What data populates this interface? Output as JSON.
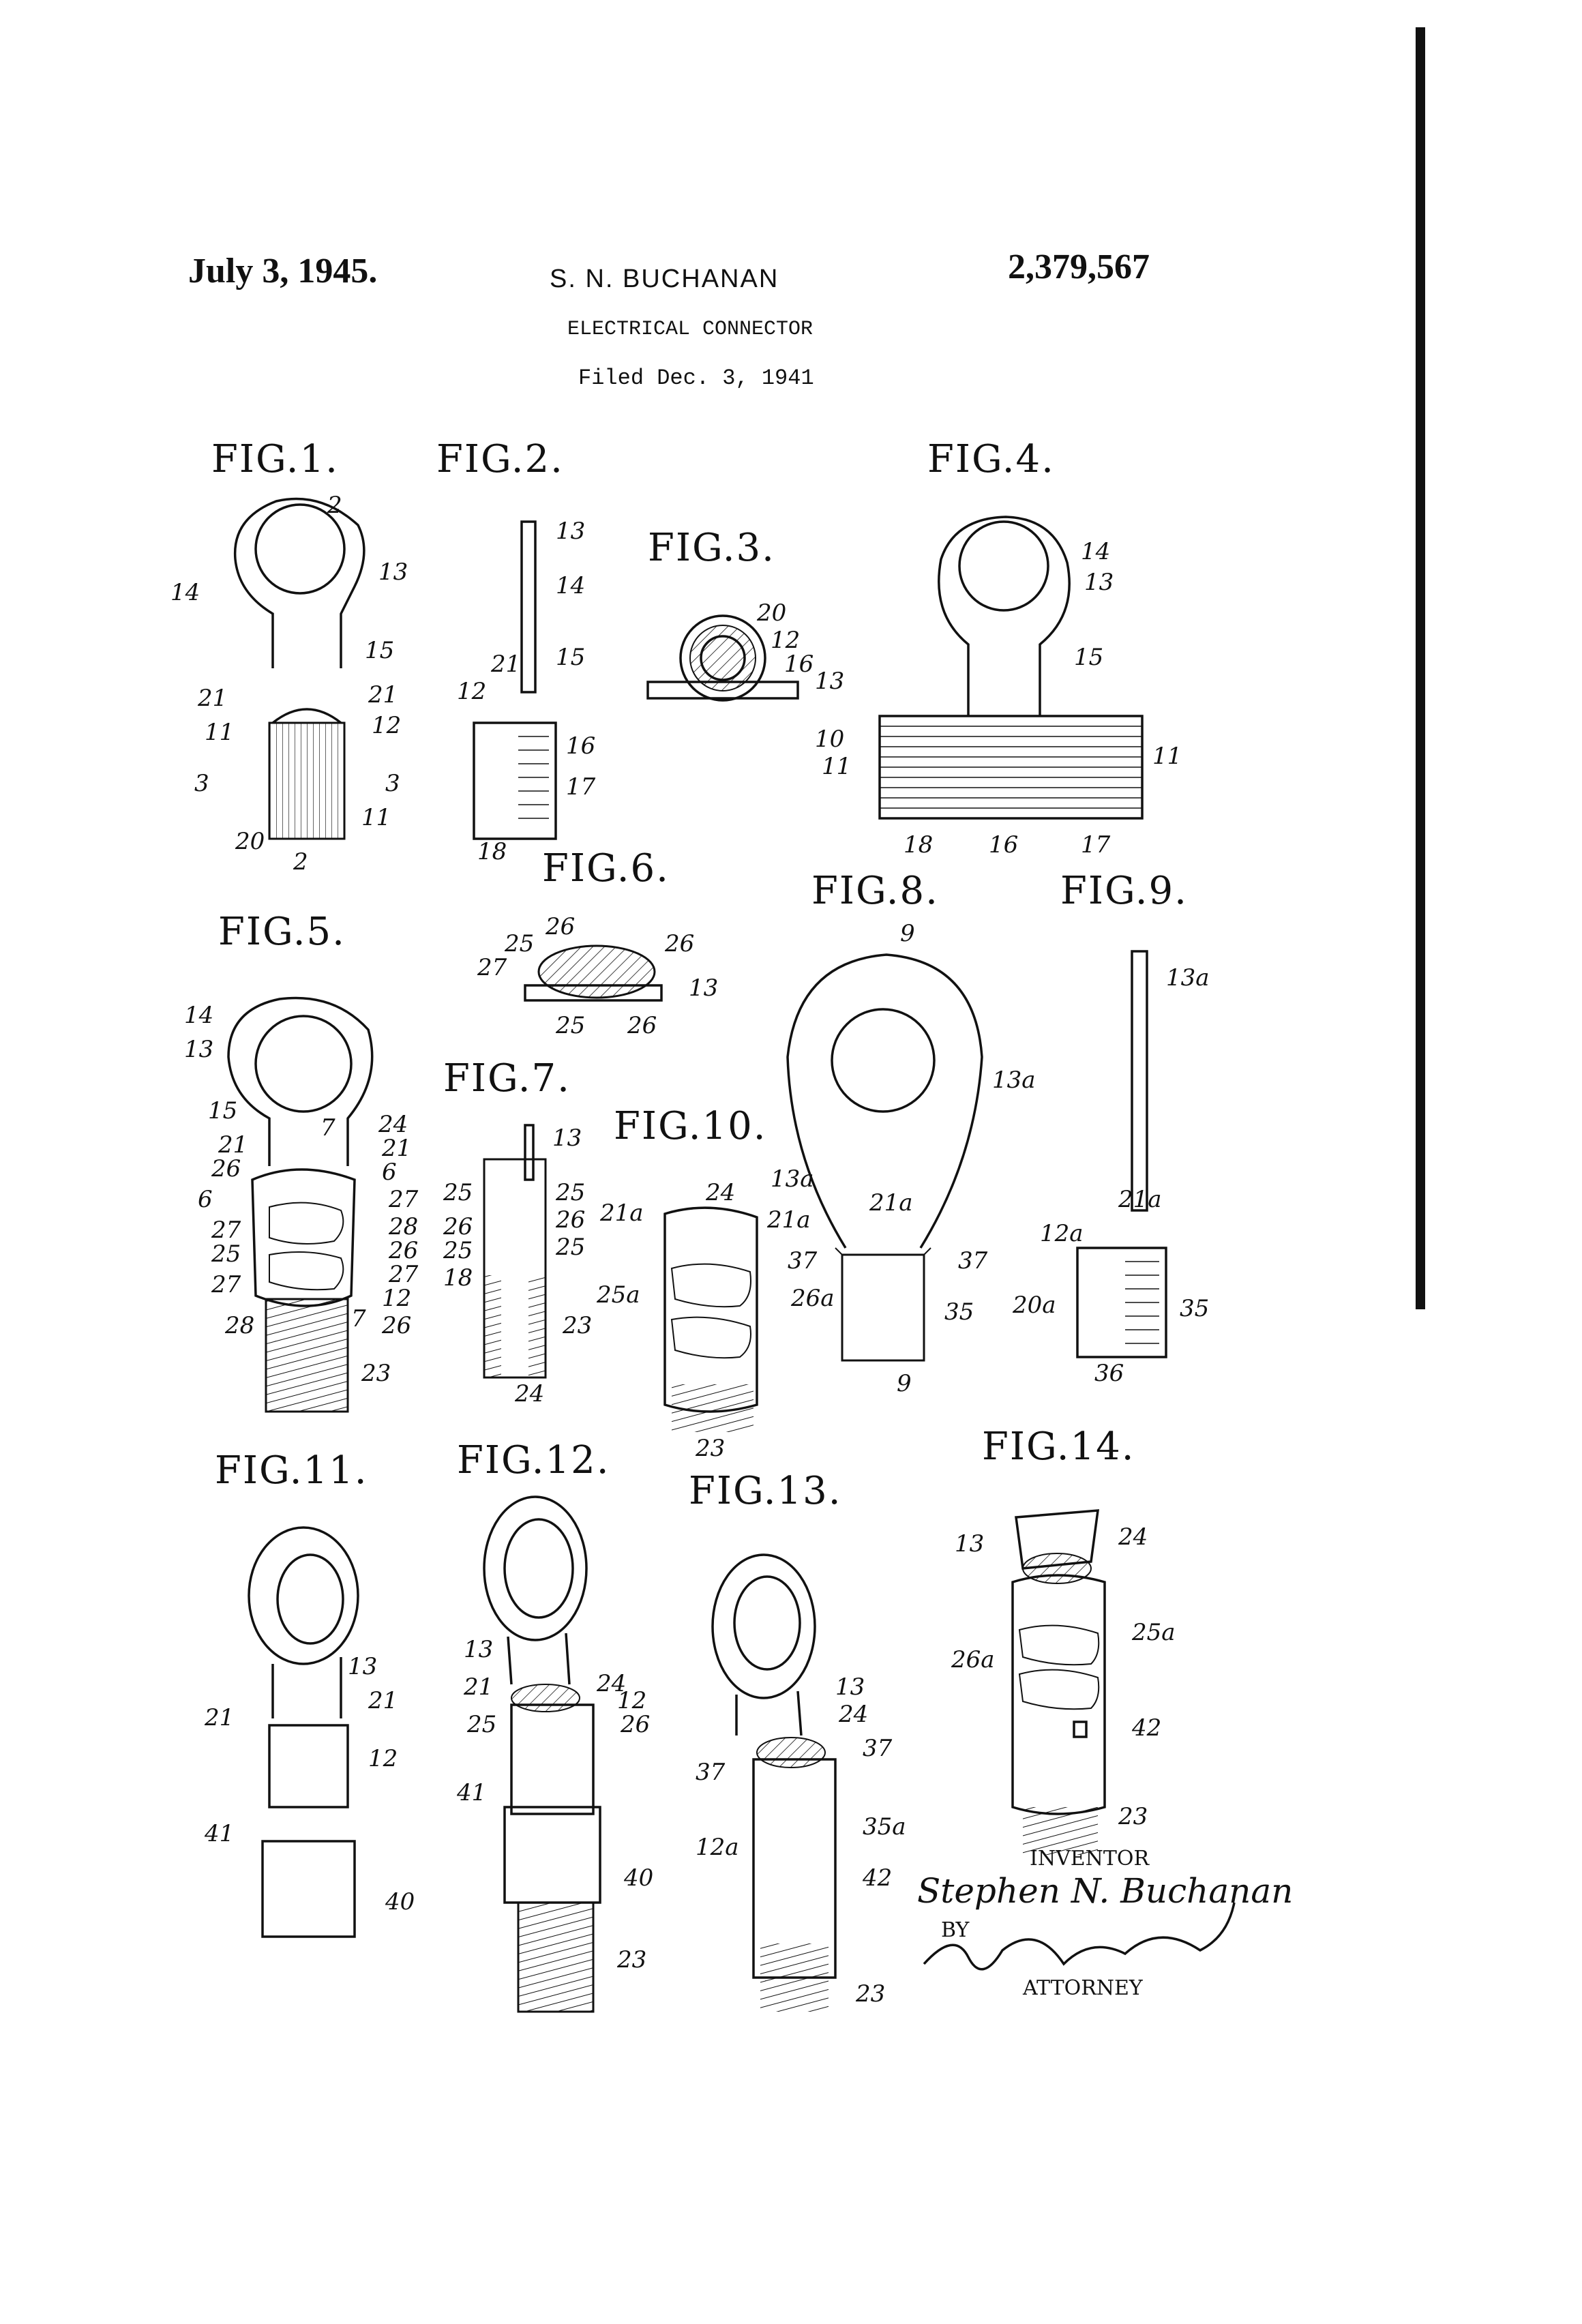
{
  "header": {
    "date": "July 3, 1945.",
    "inventor_name": "S. N. BUCHANAN",
    "patent_number": "2,379,567",
    "title": "ELECTRICAL CONNECTOR",
    "filed": "Filed Dec. 3, 1941"
  },
  "figures": [
    {
      "id": "fig1",
      "title": "FIG.1.",
      "labels": [
        "2",
        "14",
        "13",
        "15",
        "21",
        "21",
        "11",
        "12",
        "3",
        "3",
        "11",
        "20",
        "2"
      ]
    },
    {
      "id": "fig2",
      "title": "FIG.2.",
      "labels": [
        "13",
        "14",
        "15",
        "21",
        "12",
        "16",
        "17",
        "18"
      ]
    },
    {
      "id": "fig3",
      "title": "FIG.3.",
      "labels": [
        "20",
        "12",
        "16",
        "13"
      ]
    },
    {
      "id": "fig4",
      "title": "FIG.4.",
      "labels": [
        "14",
        "13",
        "15",
        "10",
        "11",
        "11",
        "18",
        "16",
        "17"
      ]
    },
    {
      "id": "fig5",
      "title": "FIG.5.",
      "labels": [
        "14",
        "13",
        "15",
        "7",
        "24",
        "21",
        "21",
        "26",
        "6",
        "6",
        "27",
        "28",
        "27",
        "26",
        "25",
        "27",
        "27",
        "12",
        "28",
        "7",
        "26",
        "23"
      ]
    },
    {
      "id": "fig6",
      "title": "FIG.6.",
      "labels": [
        "26",
        "25",
        "26",
        "27",
        "13",
        "25",
        "26"
      ]
    },
    {
      "id": "fig7",
      "title": "FIG.7.",
      "labels": [
        "13",
        "25",
        "25",
        "26",
        "26",
        "25",
        "25",
        "18",
        "23",
        "24"
      ]
    },
    {
      "id": "fig8",
      "title": "FIG.8.",
      "labels": [
        "9",
        "13a",
        "21a",
        "37",
        "37",
        "35",
        "9"
      ]
    },
    {
      "id": "fig9",
      "title": "FIG.9.",
      "labels": [
        "13a",
        "21a",
        "12a",
        "20a",
        "35",
        "36"
      ]
    },
    {
      "id": "fig10",
      "title": "FIG.10.",
      "labels": [
        "24",
        "13a",
        "21a",
        "21a",
        "25a",
        "26a",
        "23"
      ]
    },
    {
      "id": "fig11",
      "title": "FIG.11.",
      "labels": [
        "13",
        "21",
        "21",
        "12",
        "41",
        "40"
      ]
    },
    {
      "id": "fig12",
      "title": "FIG.12.",
      "labels": [
        "13",
        "24",
        "21",
        "12",
        "25",
        "26",
        "41",
        "40",
        "23"
      ]
    },
    {
      "id": "fig13",
      "title": "FIG.13.",
      "labels": [
        "13",
        "24",
        "37",
        "37",
        "35a",
        "12a",
        "42",
        "23"
      ]
    },
    {
      "id": "fig14",
      "title": "FIG.14.",
      "labels": [
        "13",
        "24",
        "26a",
        "25a",
        "42",
        "23"
      ]
    }
  ],
  "signature": {
    "inventor_caption": "INVENTOR",
    "inventor_signature": "Stephen N. Buchanan",
    "by": "BY",
    "attorney_caption": "ATTORNEY"
  }
}
